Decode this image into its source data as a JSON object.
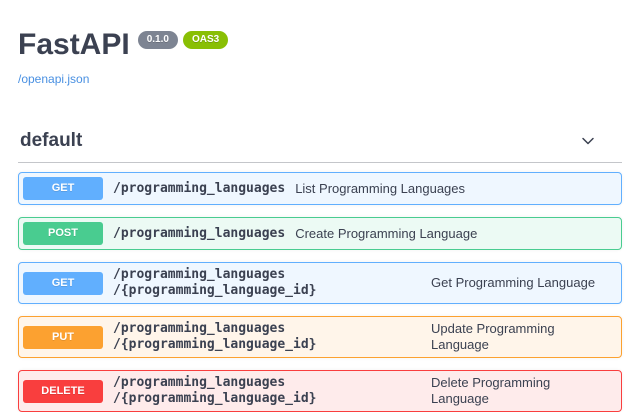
{
  "info": {
    "title": "FastAPI",
    "version_badge": "0.1.0",
    "oas_badge": "OAS3",
    "spec_link": "/openapi.json"
  },
  "colors": {
    "get": "#61affe",
    "post": "#49cc90",
    "put": "#fca130",
    "delete": "#f93e3e",
    "link": "#4990e2",
    "version_badge_bg": "#7d8492",
    "oas_badge_bg": "#89bf04",
    "text": "#3b4151"
  },
  "section": {
    "name": "default",
    "chevron_icon": "chevron-down"
  },
  "operations": [
    {
      "method": "GET",
      "path_lines": [
        "/programming_languages"
      ],
      "description": "List Programming Languages"
    },
    {
      "method": "POST",
      "path_lines": [
        "/programming_languages"
      ],
      "description": "Create Programming Language"
    },
    {
      "method": "GET",
      "path_lines": [
        "/programming_languages",
        "/{programming_language_id}"
      ],
      "description": "Get Programming Language"
    },
    {
      "method": "PUT",
      "path_lines": [
        "/programming_languages",
        "/{programming_language_id}"
      ],
      "description": "Update Programming Language"
    },
    {
      "method": "DELETE",
      "path_lines": [
        "/programming_languages",
        "/{programming_language_id}"
      ],
      "description": "Delete Programming Language"
    }
  ]
}
